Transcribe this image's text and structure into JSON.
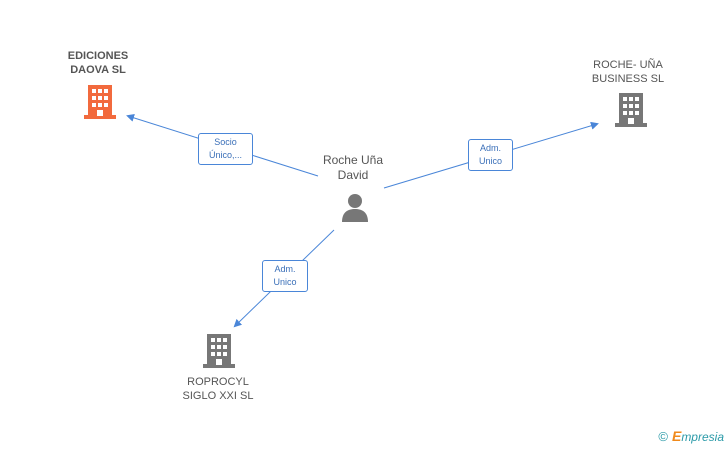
{
  "colors": {
    "edge": "#4a86d8",
    "main_company": "#f26a3d",
    "company": "#777777",
    "person": "#777777"
  },
  "person": {
    "name": "Roche Uña\nDavid",
    "icon": "person-icon"
  },
  "companies": [
    {
      "id": "ediciones",
      "name": "EDICIONES\nDAOVA SL",
      "icon": "building-icon",
      "highlight": true
    },
    {
      "id": "roche",
      "name": "ROCHE- UÑA\nBUSINESS SL",
      "icon": "building-icon",
      "highlight": false
    },
    {
      "id": "roprocyl",
      "name": "ROPROCYL\nSIGLO XXI SL",
      "icon": "building-icon",
      "highlight": false
    }
  ],
  "edges": [
    {
      "to": "ediciones",
      "label": "Socio\nÚnico,..."
    },
    {
      "to": "roche",
      "label": "Adm.\nUnico"
    },
    {
      "to": "roprocyl",
      "label": "Adm.\nUnico"
    }
  ],
  "footer": {
    "copyright": "©",
    "brand_initial": "E",
    "brand_rest": "mpresia"
  }
}
